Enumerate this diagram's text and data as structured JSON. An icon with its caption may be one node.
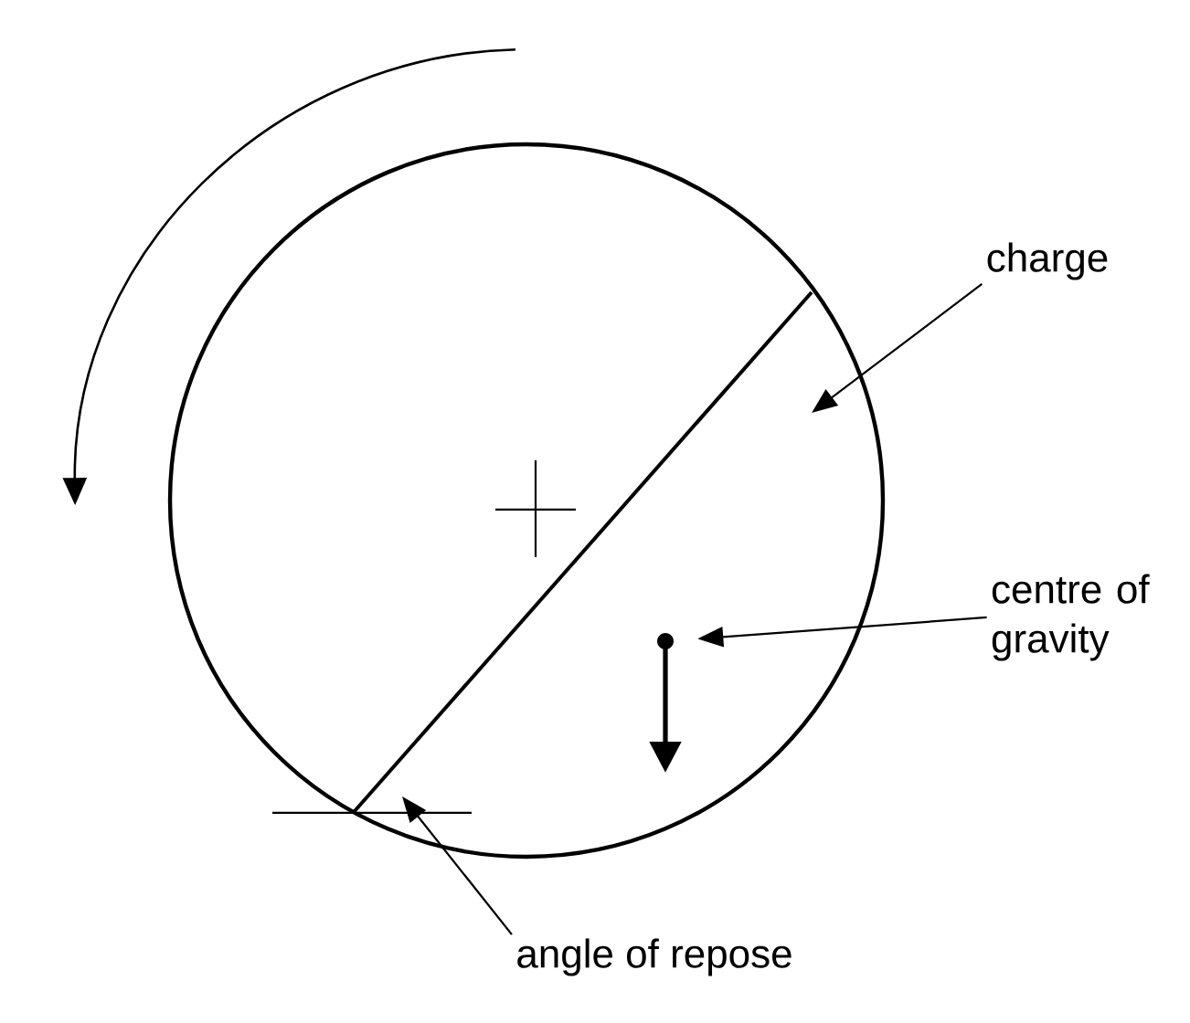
{
  "diagram": {
    "nodes": [
      {
        "text": [
          "charge"
        ]
      },
      {
        "text": [
          "centre of gravity"
        ]
      },
      {
        "text": [
          "angle of repose"
        ]
      },
      {
        "text": [],
        "shape": "circle"
      }
    ],
    "edges": [
      {
        "from": 0,
        "to": null,
        "arrow": "to"
      },
      {
        "from": 1,
        "to": 3,
        "arrow": "to"
      },
      {
        "from": 2,
        "to": null,
        "arrow": "to"
      }
    ]
  }
}
